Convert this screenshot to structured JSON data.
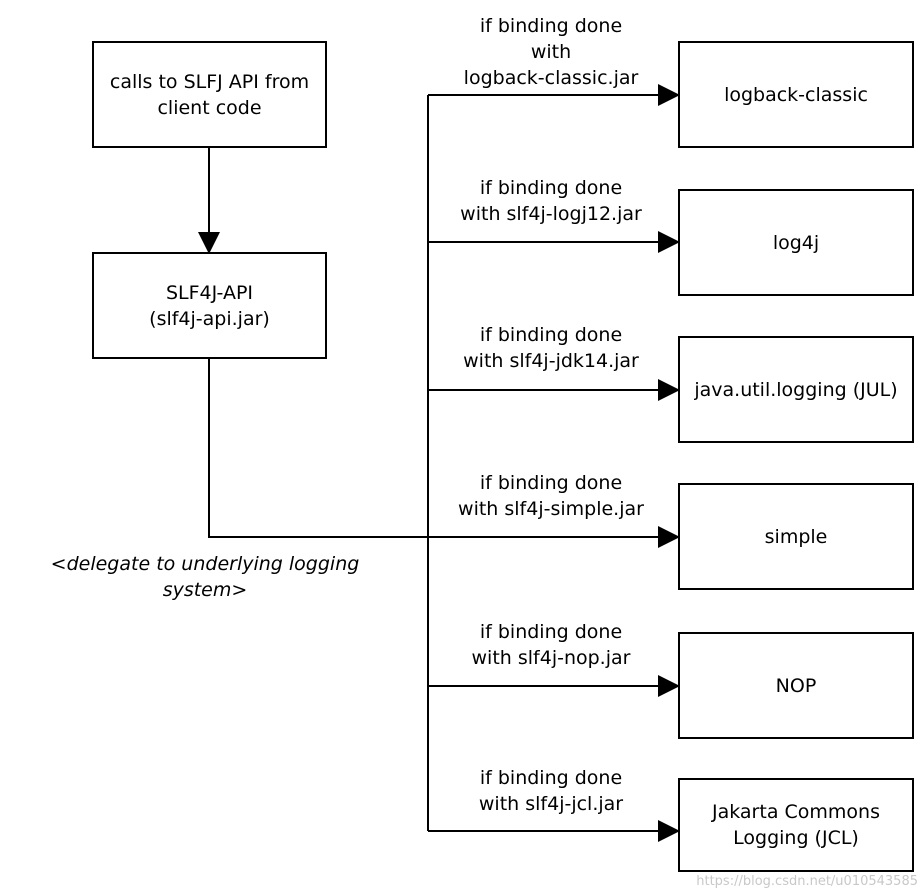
{
  "nodes": {
    "client": "calls to SLFJ API from\nclient code",
    "api": "SLF4J-API\n(slf4j-api.jar)",
    "targets": [
      "logback-classic",
      "log4j",
      "java.util.logging (JUL)",
      "simple",
      "NOP",
      "Jakarta Commons\nLogging (JCL)"
    ]
  },
  "edge_labels": [
    "if binding done\nwith\nlogback-classic.jar",
    "if binding done\nwith slf4j-logj12.jar",
    "if binding done\nwith slf4j-jdk14.jar",
    "if binding done\nwith slf4j-simple.jar",
    "if binding done\nwith slf4j-nop.jar",
    "if binding done\nwith slf4j-jcl.jar"
  ],
  "note": "<delegate to underlying logging\nsystem>",
  "watermark": "https://blog.csdn.net/u010543585"
}
